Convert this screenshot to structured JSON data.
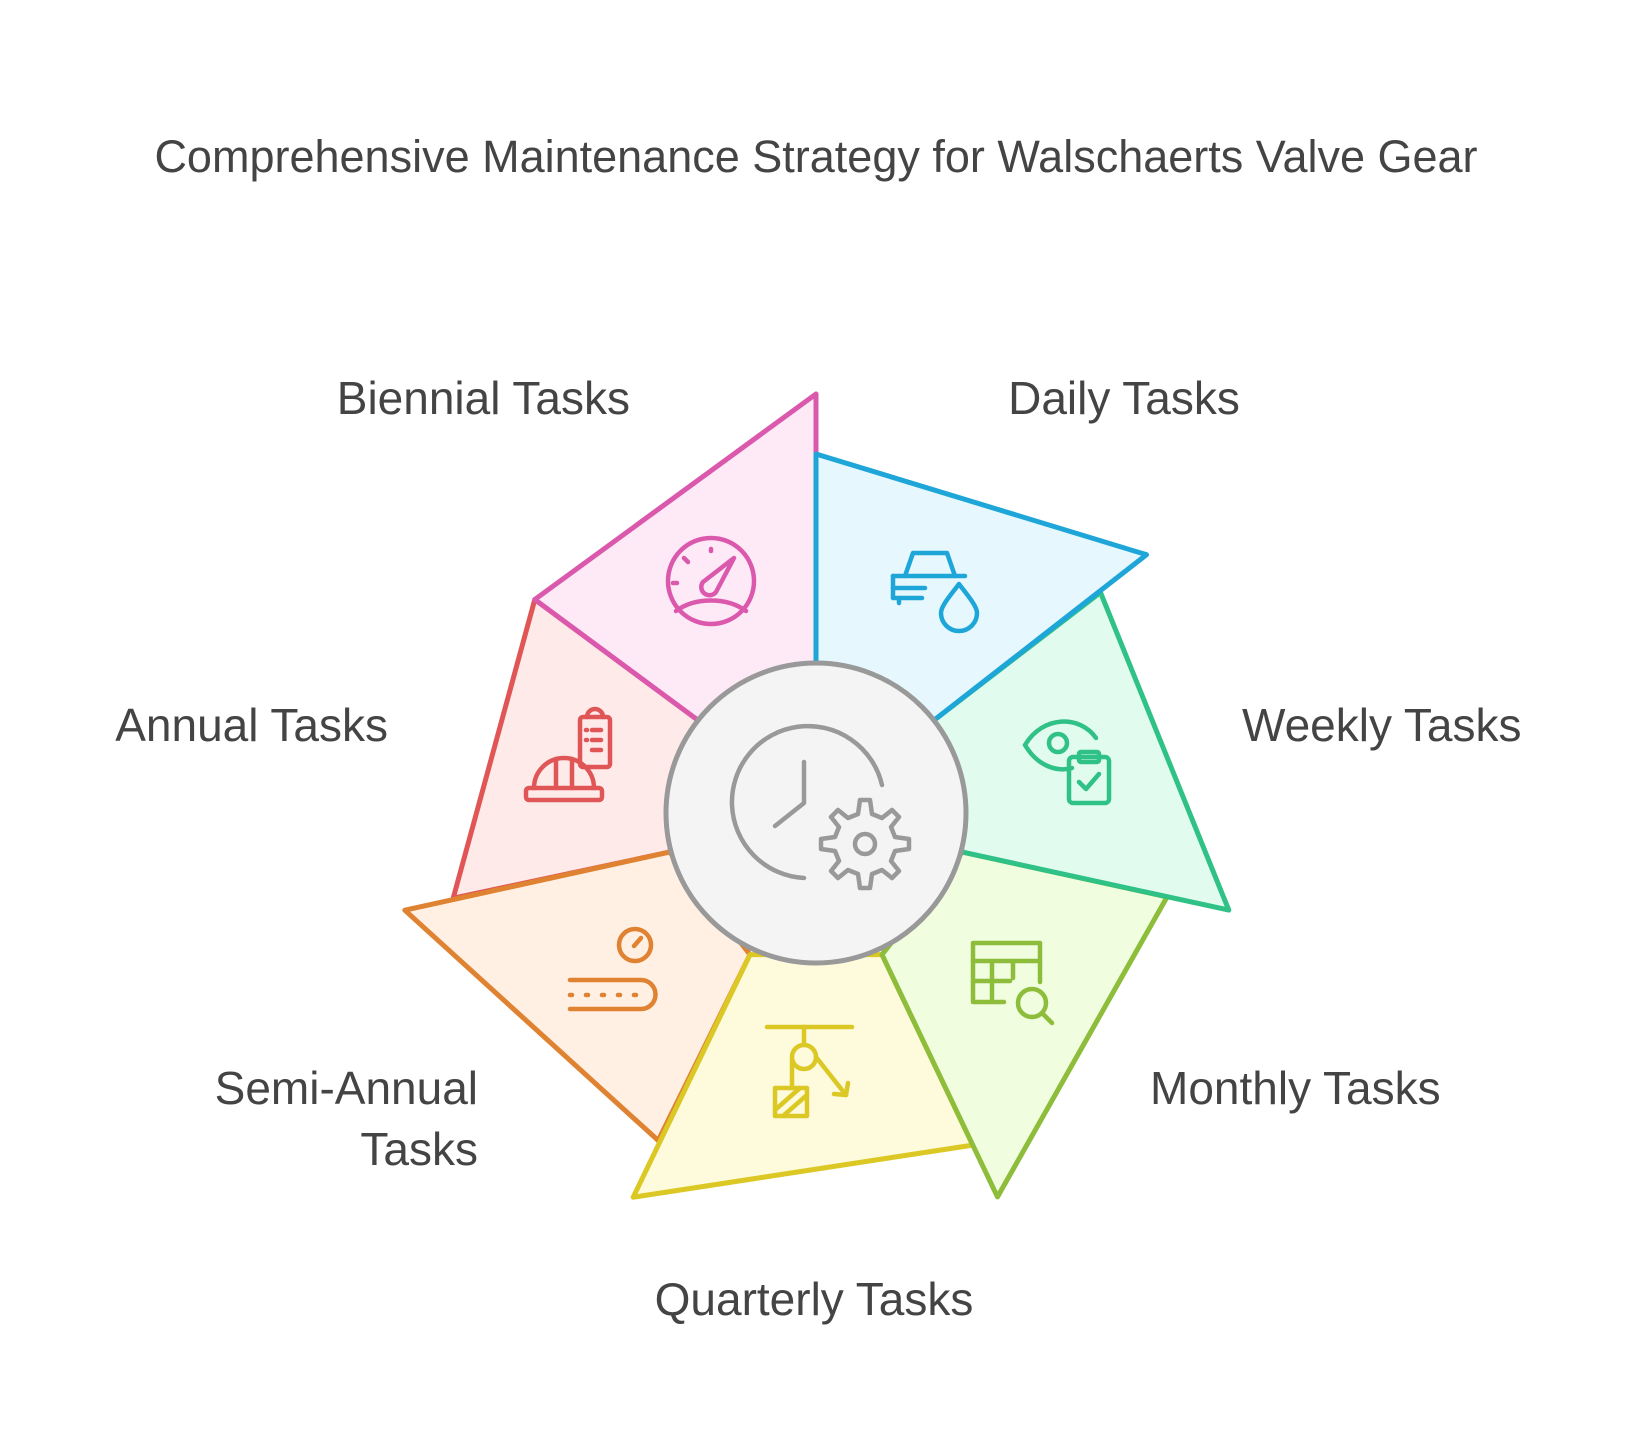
{
  "title": "Comprehensive Maintenance Strategy for Walschaerts Valve Gear",
  "center": {
    "icon": "clock-gear-icon",
    "stroke": "#999999",
    "fill": "#f4f4f4"
  },
  "segments": [
    {
      "id": "daily",
      "label_lines": [
        "Daily Tasks"
      ],
      "icon": "car-oil-drop-icon",
      "stroke": "#1ea6d8",
      "fill": "#e6f8fd"
    },
    {
      "id": "weekly",
      "label_lines": [
        "Weekly Tasks"
      ],
      "icon": "eye-clipboard-check-icon",
      "stroke": "#2fc185",
      "fill": "#e1fbef"
    },
    {
      "id": "monthly",
      "label_lines": [
        "Monthly Tasks"
      ],
      "icon": "table-search-icon",
      "stroke": "#8dbd3b",
      "fill": "#f1fddf"
    },
    {
      "id": "quarterly",
      "label_lines": [
        "Quarterly Tasks"
      ],
      "icon": "pulley-weight-icon",
      "stroke": "#dcc824",
      "fill": "#fefadc"
    },
    {
      "id": "semi_annual",
      "label_lines": [
        "Semi-Annual",
        "Tasks"
      ],
      "icon": "conveyor-gauge-icon",
      "stroke": "#df8232",
      "fill": "#fff0e3"
    },
    {
      "id": "annual",
      "label_lines": [
        "Annual Tasks"
      ],
      "icon": "hardhat-checklist-icon",
      "stroke": "#e05656",
      "fill": "#ffeaea"
    },
    {
      "id": "biennial",
      "label_lines": [
        "Biennial Tasks"
      ],
      "icon": "speedometer-icon",
      "stroke": "#db59ac",
      "fill": "#feeaf7"
    }
  ]
}
